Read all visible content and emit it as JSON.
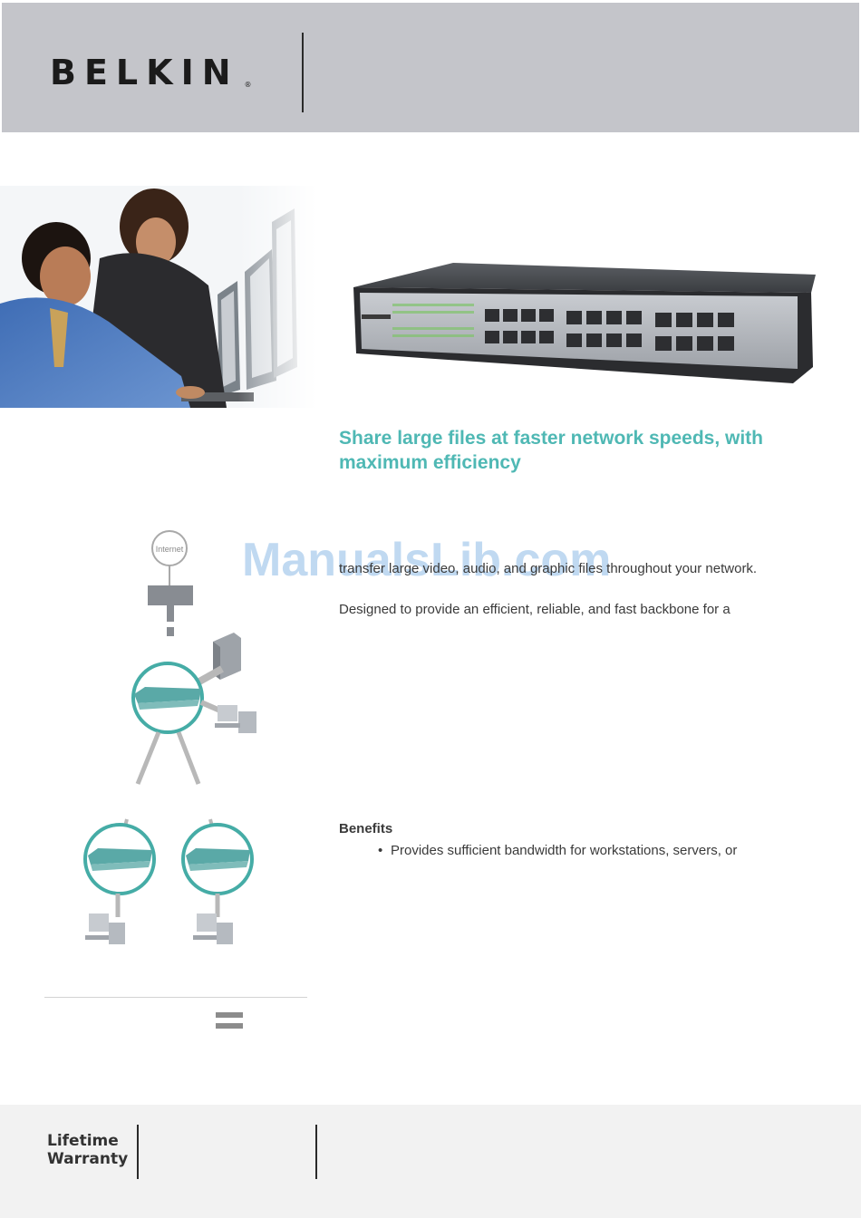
{
  "header": {
    "brand": "BELKIN",
    "registered_mark": "®"
  },
  "headline": "Share large files at faster network speeds, with maximum efficiency",
  "body": {
    "paragraph_1": "transfer large video, audio, and graphic files throughout your network.",
    "paragraph_2": "Designed to provide an efficient, reliable, and fast backbone for a"
  },
  "watermark": "ManualsLib.com",
  "benefits": {
    "title": "Benefits",
    "bullet": "•",
    "items": [
      "Provides sufficient bandwidth for workstations, servers, or"
    ]
  },
  "diagram": {
    "internet_label": "Internet"
  },
  "footer": {
    "warranty_line1": "Lifetime",
    "warranty_line2": "Warranty"
  },
  "colors": {
    "header_bg": "#c4c5ca",
    "accent_teal": "#4fb8b4",
    "footer_bg": "#f2f2f2"
  }
}
